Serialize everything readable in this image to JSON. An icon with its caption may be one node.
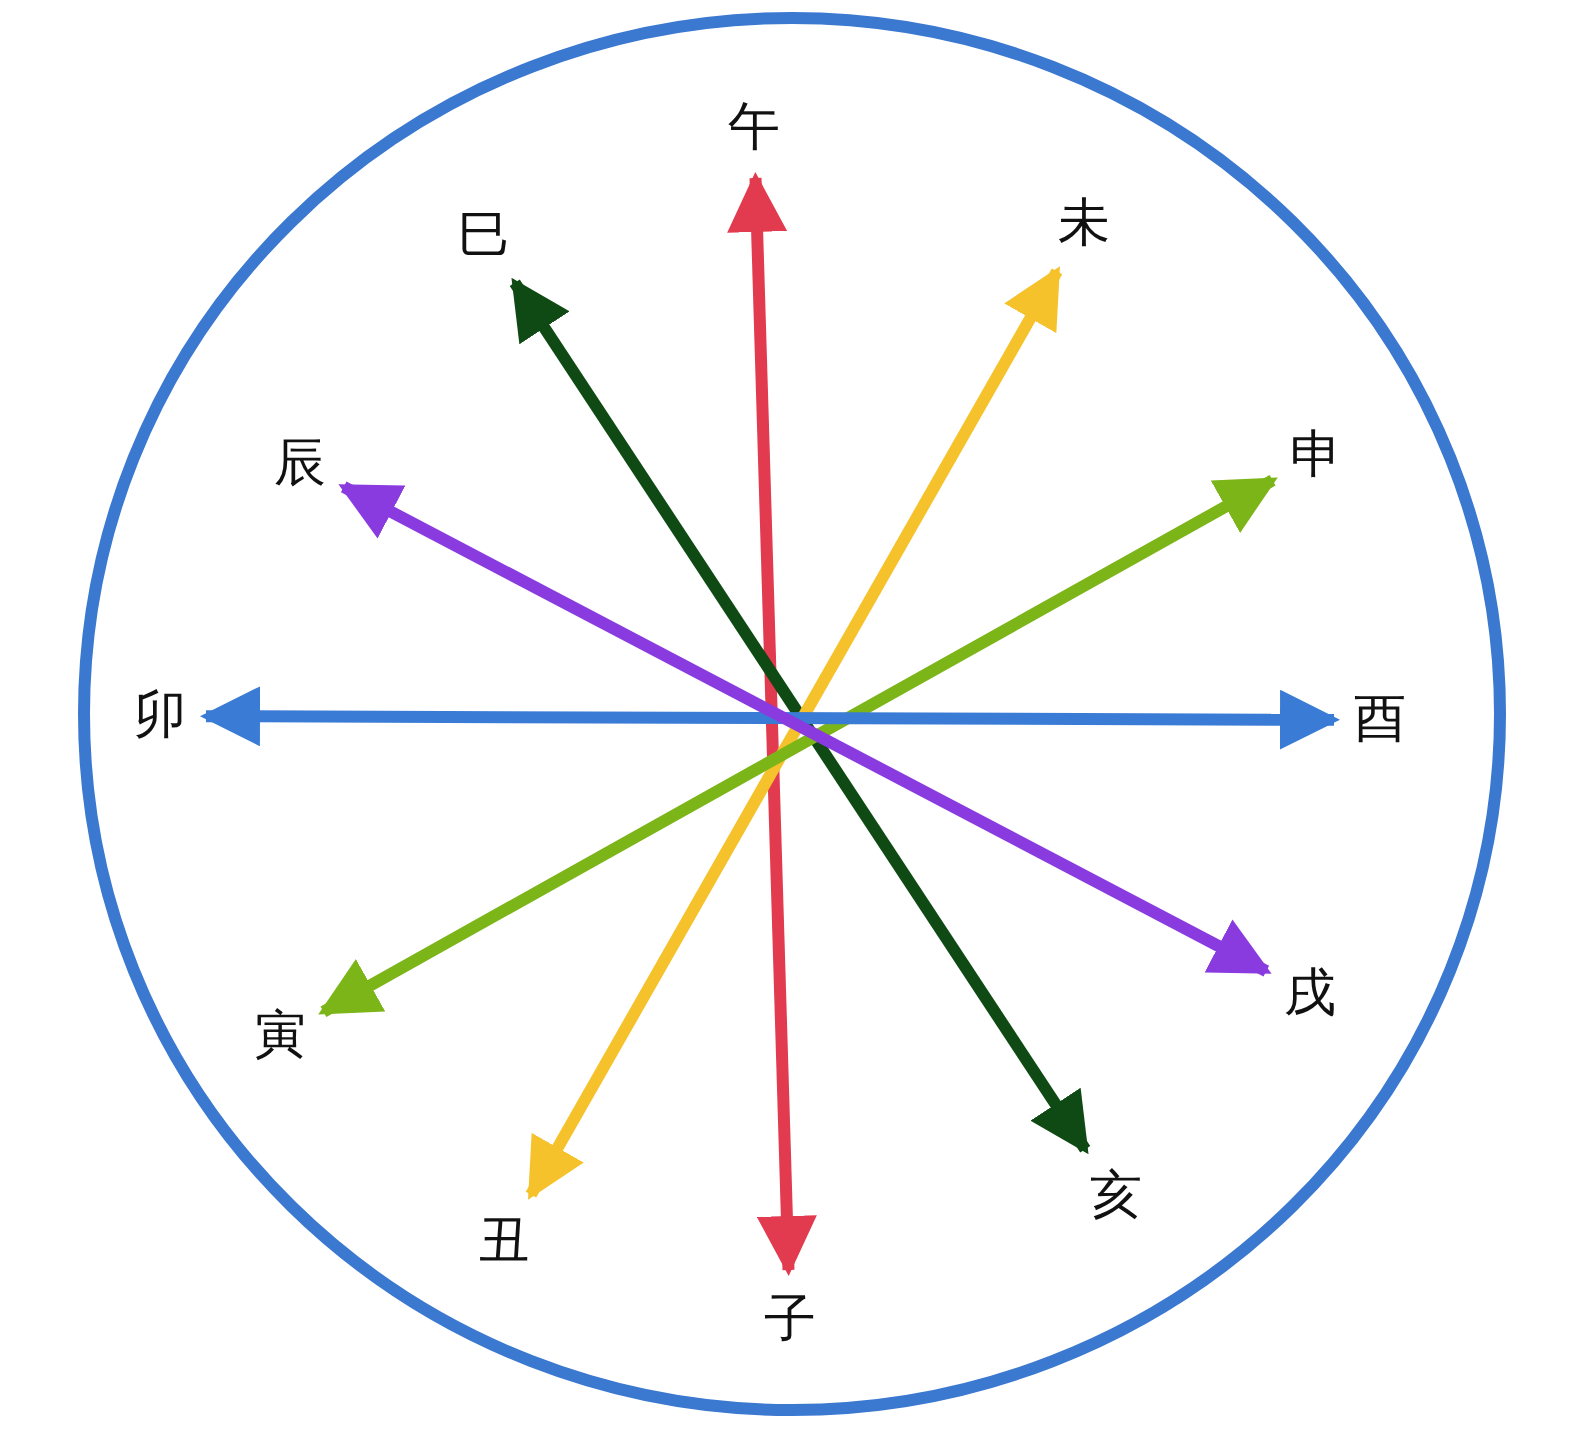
{
  "diagram": {
    "nodes": [
      {
        "text": [
          "午"
        ]
      },
      {
        "text": [
          "未"
        ]
      },
      {
        "text": [
          "申"
        ]
      },
      {
        "text": [
          "酉"
        ]
      },
      {
        "text": [
          "戌"
        ]
      },
      {
        "text": [
          "亥"
        ]
      },
      {
        "text": [
          "子"
        ]
      },
      {
        "text": [
          "丑"
        ]
      },
      {
        "text": [
          "寅"
        ]
      },
      {
        "text": [
          "卯"
        ]
      },
      {
        "text": [
          "辰"
        ]
      },
      {
        "text": [
          "巳"
        ]
      }
    ],
    "edges": [
      {
        "from": 6,
        "to": 0,
        "arrow": "both",
        "color": "#e23a4e"
      },
      {
        "from": 5,
        "to": 11,
        "arrow": "both",
        "color": "#0f4a14"
      },
      {
        "from": 7,
        "to": 1,
        "arrow": "both",
        "color": "#f5c22c"
      },
      {
        "from": 8,
        "to": 2,
        "arrow": "both",
        "color": "#7cb518"
      },
      {
        "from": 9,
        "to": 3,
        "arrow": "both",
        "color": "#3a7bd5"
      },
      {
        "from": 4,
        "to": 10,
        "arrow": "both",
        "color": "#8a3be0"
      }
    ]
  }
}
